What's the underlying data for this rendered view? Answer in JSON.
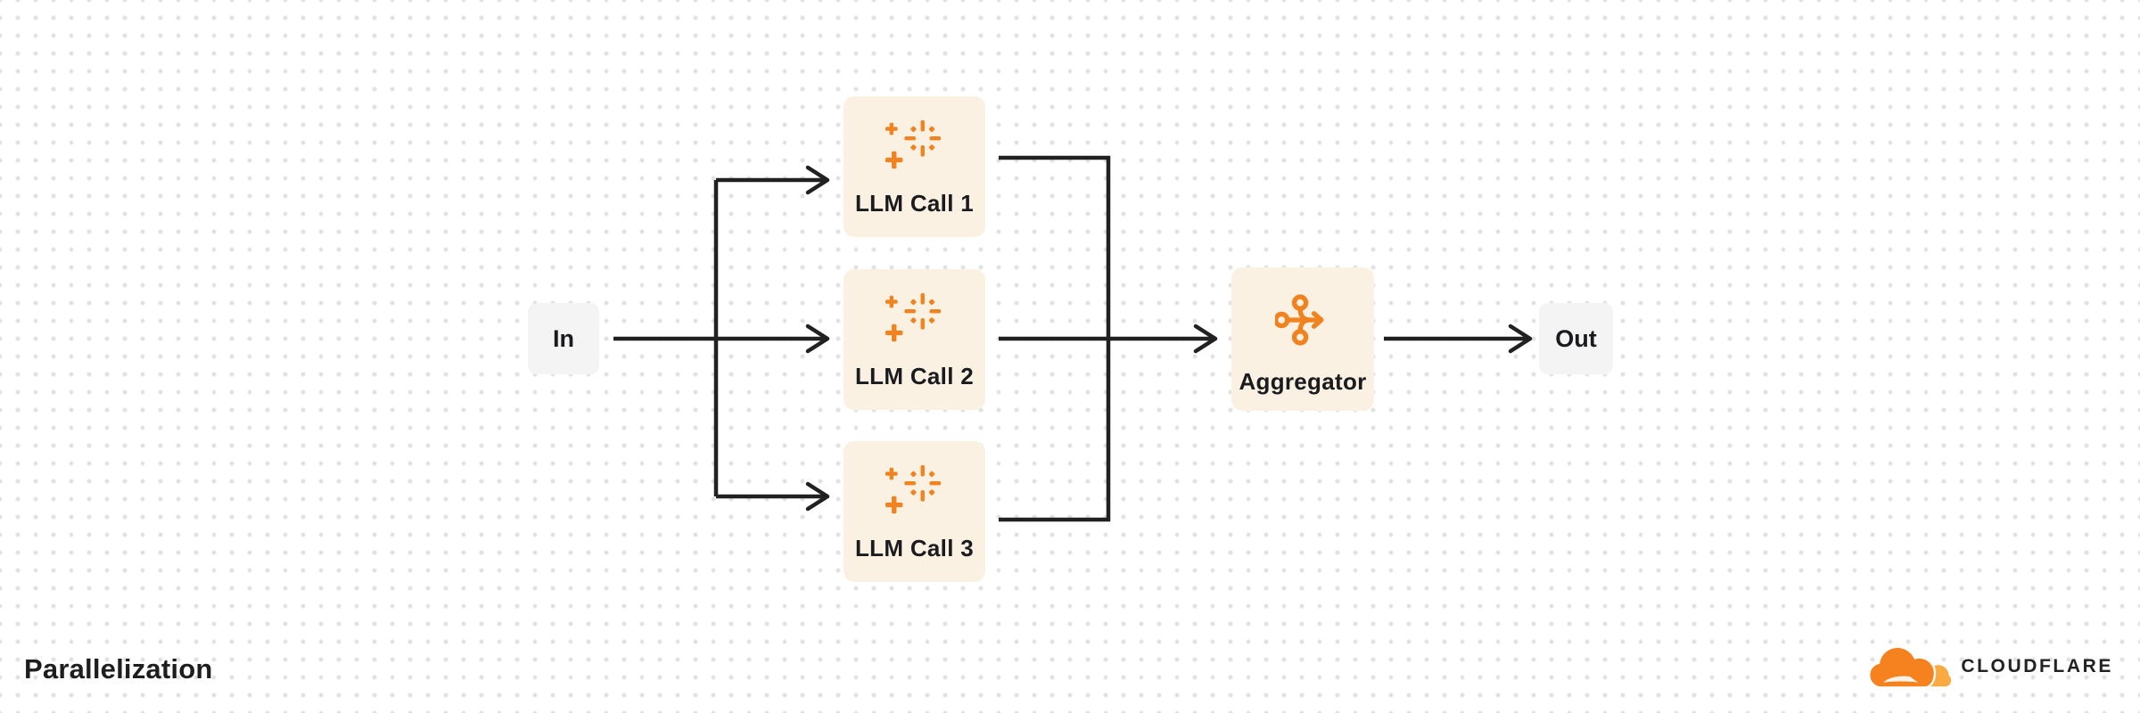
{
  "diagram": {
    "title": "Parallelization",
    "nodes": {
      "in": {
        "label": "In"
      },
      "llm1": {
        "label": "LLM Call 1"
      },
      "llm2": {
        "label": "LLM Call 2"
      },
      "llm3": {
        "label": "LLM Call 3"
      },
      "aggregator": {
        "label": "Aggregator"
      },
      "out": {
        "label": "Out"
      }
    },
    "icons": {
      "llm": "ai-sparkles-icon",
      "aggregator": "merge-arrow-icon"
    }
  },
  "brand": {
    "wordmark": "CLOUDFLARE",
    "logo_icon": "cloudflare-cloud-icon"
  },
  "colors": {
    "background": "#ffffff",
    "grid_dot": "#e2e2e4",
    "node_cream": "#faf1e2",
    "node_gray": "#f4f4f5",
    "icon_orange": "#f0821f",
    "logo_orange": "#f6821f",
    "logo_light_orange": "#f9ab41",
    "connector": "#212121",
    "text": "#1b1b1f"
  }
}
